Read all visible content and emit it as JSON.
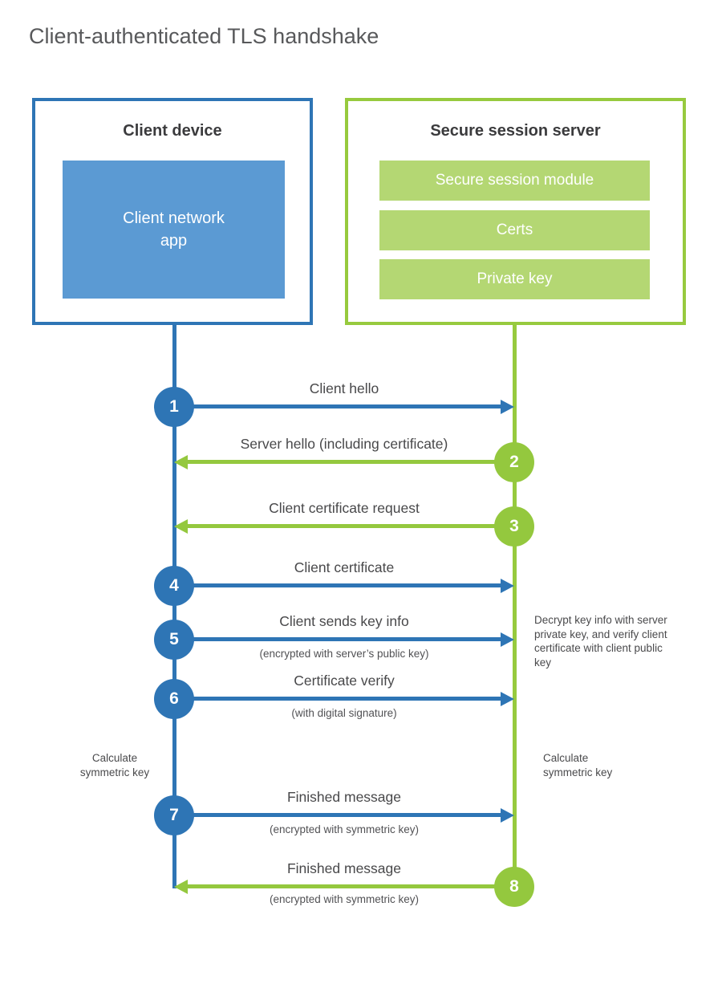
{
  "page": {
    "title": "Client-authenticated TLS handshake"
  },
  "client_box": {
    "title": "Client device",
    "app_label": "Client network\napp"
  },
  "server_box": {
    "title": "Secure session server",
    "modules": [
      "Secure session module",
      "Certs",
      "Private key"
    ]
  },
  "steps": [
    {
      "num": "1",
      "from": "client",
      "to": "server",
      "label": "Client hello",
      "sub": ""
    },
    {
      "num": "2",
      "from": "server",
      "to": "client",
      "label": "Server hello (including certificate)",
      "sub": ""
    },
    {
      "num": "3",
      "from": "server",
      "to": "client",
      "label": "Client certificate request",
      "sub": ""
    },
    {
      "num": "4",
      "from": "client",
      "to": "server",
      "label": "Client certificate",
      "sub": ""
    },
    {
      "num": "5",
      "from": "client",
      "to": "server",
      "label": "Client sends key info",
      "sub": "(encrypted with server’s public key)"
    },
    {
      "num": "6",
      "from": "client",
      "to": "server",
      "label": "Certificate verify",
      "sub": "(with digital signature)"
    },
    {
      "num": "7",
      "from": "client",
      "to": "server",
      "label": "Finished message",
      "sub": "(encrypted with symmetric key)"
    },
    {
      "num": "8",
      "from": "server",
      "to": "client",
      "label": "Finished message",
      "sub": "(encrypted with symmetric key)"
    }
  ],
  "notes": {
    "decrypt": "Decrypt key info with server private key, and verify client certificate with client public key",
    "calc_left": "Calculate symmetric key",
    "calc_right": "Calculate symmetric key"
  },
  "colors": {
    "blue": "#2e75b5",
    "blue_fill": "#5b9ad3",
    "green": "#94c83e",
    "green_border": "#97ca3e",
    "green_fill": "#b4d773"
  }
}
